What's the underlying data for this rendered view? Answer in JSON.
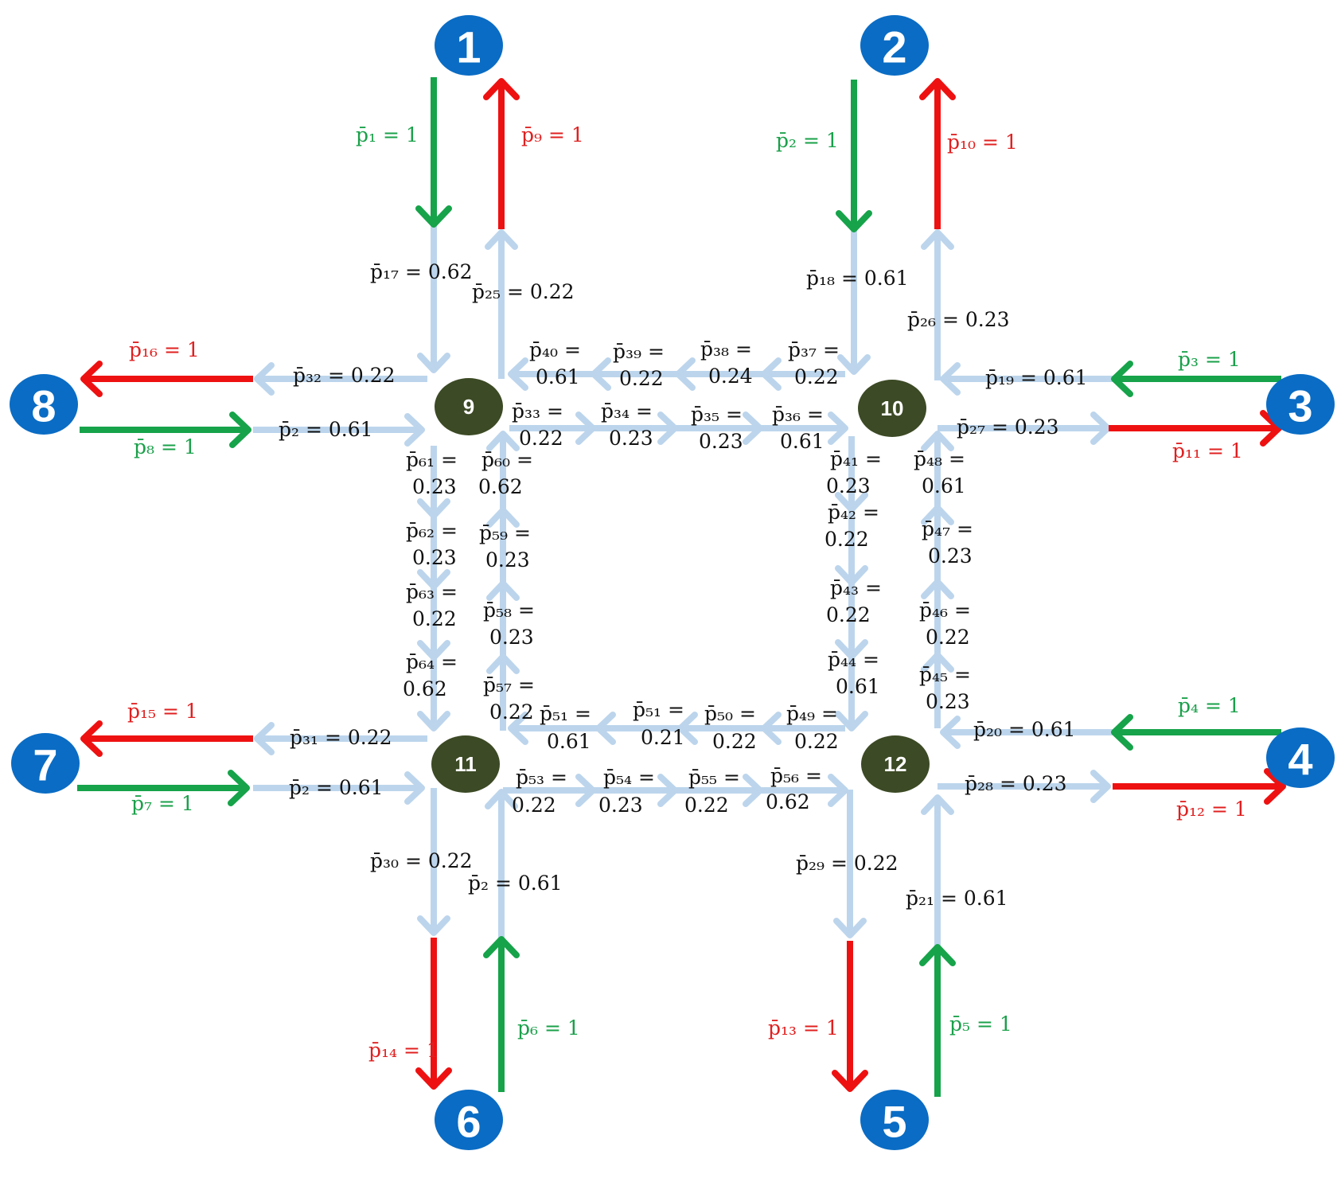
{
  "colors": {
    "outer_node": "#0a6cc4",
    "inner_node": "#3c4a25",
    "internal_flow": "#bcd5ec",
    "inflow": "#16a34a",
    "outflow": "#ee1111"
  },
  "outer_nodes": [
    "1",
    "2",
    "3",
    "4",
    "5",
    "6",
    "7",
    "8"
  ],
  "inner_nodes": [
    "9",
    "10",
    "11",
    "12"
  ],
  "inflow_labels": {
    "p1": "p̄₁ = 1",
    "p2": "p̄₂ = 1",
    "p3": "p̄₃ = 1",
    "p4": "p̄₄ = 1",
    "p5": "p̄₅ = 1",
    "p6": "p̄₆ = 1",
    "p7": "p̄₇ = 1",
    "p8": "p̄₈ = 1"
  },
  "outflow_labels": {
    "p9": "p̄₉ = 1",
    "p10": "p̄₁₀ = 1",
    "p11": "p̄₁₁ = 1",
    "p12": "p̄₁₂ = 1",
    "p13": "p̄₁₃ = 1",
    "p14": "p̄₁₄ = 1",
    "p15": "p̄₁₅ = 1",
    "p16": "p̄₁₆ = 1"
  },
  "link_labels": {
    "p17": "p̄₁₇ = 0.62",
    "p18": "p̄₁₈ = 0.61",
    "p19": "p̄₁₉ = 0.61",
    "p20": "p̄₂₀ = 0.61",
    "p21": "p̄₂₁ = 0.61",
    "p25": "p̄₂₅ = 0.22",
    "p26": "p̄₂₆ = 0.23",
    "p27": "p̄₂₇ = 0.23",
    "p28": "p̄₂₈ = 0.23",
    "p29": "p̄₂₉ = 0.22",
    "p30": "p̄₃₀ = 0.22",
    "p31": "p̄₃₁ = 0.22",
    "p32": "p̄₃₂ = 0.22",
    "p2_n8": "p̄₂ = 0.61",
    "p2_n7": "p̄₂ = 0.61",
    "p2_n6": "p̄₂ = 0.61"
  },
  "segment_labels": {
    "p40": [
      "p̄₄₀ =",
      "0.61"
    ],
    "p39": [
      "p̄₃₉ =",
      "0.22"
    ],
    "p38": [
      "p̄₃₈ =",
      "0.24"
    ],
    "p37": [
      "p̄₃₇ =",
      "0.22"
    ],
    "p33": [
      "p̄₃₃ =",
      "0.22"
    ],
    "p34": [
      "p̄₃₄ =",
      "0.23"
    ],
    "p35": [
      "p̄₃₅ =",
      "0.23"
    ],
    "p36": [
      "p̄₃₆ =",
      "0.61"
    ],
    "p61": [
      "p̄₆₁ =",
      "0.23"
    ],
    "p62": [
      "p̄₆₂ =",
      "0.23"
    ],
    "p63": [
      "p̄₆₃ =",
      "0.22"
    ],
    "p64": [
      "p̄₆₄ =",
      "0.62"
    ],
    "p60": [
      "p̄₆₀ =",
      "0.62"
    ],
    "p59": [
      "p̄₅₉ =",
      "0.23"
    ],
    "p58": [
      "p̄₅₈ =",
      "0.23"
    ],
    "p57": [
      "p̄₅₇ =",
      "0.22"
    ],
    "p41": [
      "p̄₄₁ =",
      "0.23"
    ],
    "p42": [
      "p̄₄₂ =",
      "0.22"
    ],
    "p43": [
      "p̄₄₃ =",
      "0.22"
    ],
    "p44": [
      "p̄₄₄ =",
      "0.61"
    ],
    "p48": [
      "p̄₄₈ =",
      "0.61"
    ],
    "p47": [
      "p̄₄₇ =",
      "0.23"
    ],
    "p46": [
      "p̄₄₆ =",
      "0.22"
    ],
    "p45": [
      "p̄₄₅ =",
      "0.23"
    ],
    "p51a": [
      "p̄₅₁ =",
      "0.61"
    ],
    "p51b": [
      "p̄₅₁ =",
      "0.21"
    ],
    "p50": [
      "p̄₅₀ =",
      "0.22"
    ],
    "p49": [
      "p̄₄₉ =",
      "0.22"
    ],
    "p53": [
      "p̄₅₃ =",
      "0.22"
    ],
    "p54": [
      "p̄₅₄ =",
      "0.23"
    ],
    "p55": [
      "p̄₅₅ =",
      "0.22"
    ],
    "p56": [
      "p̄₅₆ =",
      "0.62"
    ]
  }
}
